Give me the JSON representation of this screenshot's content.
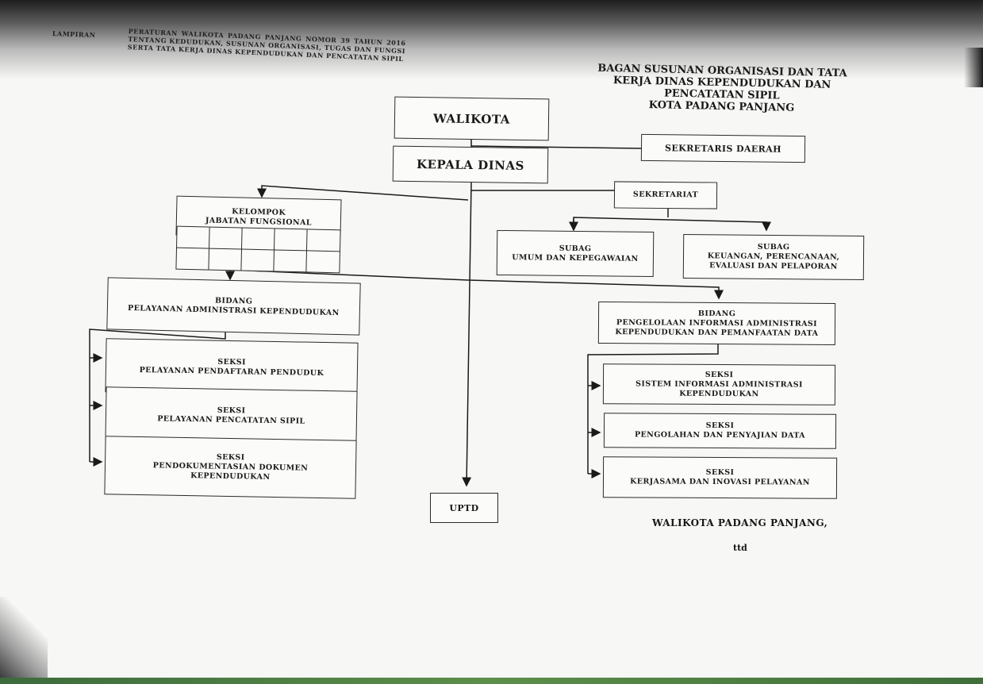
{
  "header": {
    "lampiran": "LAMPIRAN",
    "peraturan": "PERATURAN WALIKOTA PADANG PANJANG NOMOR 39 TAHUN 2016 TENTANG KEDUDUKAN, SUSUNAN ORGANISASI, TUGAS DAN FUNGSI SERTA TATA KERJA DINAS KEPENDUDUKAN DAN PENCATATAN SIPIL"
  },
  "title": {
    "line1": "BAGAN SUSUNAN ORGANISASI DAN TATA",
    "line2": "KERJA DINAS KEPENDUDUKAN DAN",
    "line3": "PENCATATAN SIPIL",
    "line4": "KOTA PADANG PANJANG"
  },
  "org": {
    "walikota": "WALIKOTA",
    "sekda": "SEKRETARIS DAERAH",
    "kepala": "KEPALA DINAS",
    "sekretariat": "SEKRETARIAT",
    "kelompok": {
      "line1": "KELOMPOK",
      "line2": "JABATAN FUNGSIONAL"
    },
    "subag_umum": {
      "line1": "SUBAG",
      "line2": "UMUM DAN KEPEGAWAIAN"
    },
    "subag_keu": {
      "line1": "SUBAG",
      "line2": "KEUANGAN, PERENCANAAN,",
      "line3": "EVALUASI DAN PELAPORAN"
    },
    "bidang_pak": {
      "line1": "BIDANG",
      "line2": "PELAYANAN ADMINISTRASI KEPENDUDUKAN"
    },
    "bidang_piak": {
      "line1": "BIDANG",
      "line2": "PENGELOLAAN INFORMASI ADMINISTRASI",
      "line3": "KEPENDUDUKAN DAN PEMANFAATAN DATA"
    },
    "seksi_l1": {
      "line1": "SEKSI",
      "line2": "PELAYANAN PENDAFTARAN PENDUDUK"
    },
    "seksi_l2": {
      "line1": "SEKSI",
      "line2": "PELAYANAN PENCATATAN SIPIL"
    },
    "seksi_l3": {
      "line1": "SEKSI",
      "line2": "PENDOKUMENTASIAN DOKUMEN",
      "line3": "KEPENDUDUKAN"
    },
    "seksi_r1": {
      "line1": "SEKSI",
      "line2": "SISTEM INFORMASI ADMINISTRASI",
      "line3": "KEPENDUDUKAN"
    },
    "seksi_r2": {
      "line1": "SEKSI",
      "line2": "PENGOLAHAN DAN PENYAJIAN DATA"
    },
    "seksi_r3": {
      "line1": "SEKSI",
      "line2": "KERJASAMA DAN INOVASI PELAYANAN"
    },
    "uptd": "UPTD"
  },
  "signature": {
    "name": "WALIKOTA PADANG PANJANG,",
    "ttd": "ttd"
  }
}
